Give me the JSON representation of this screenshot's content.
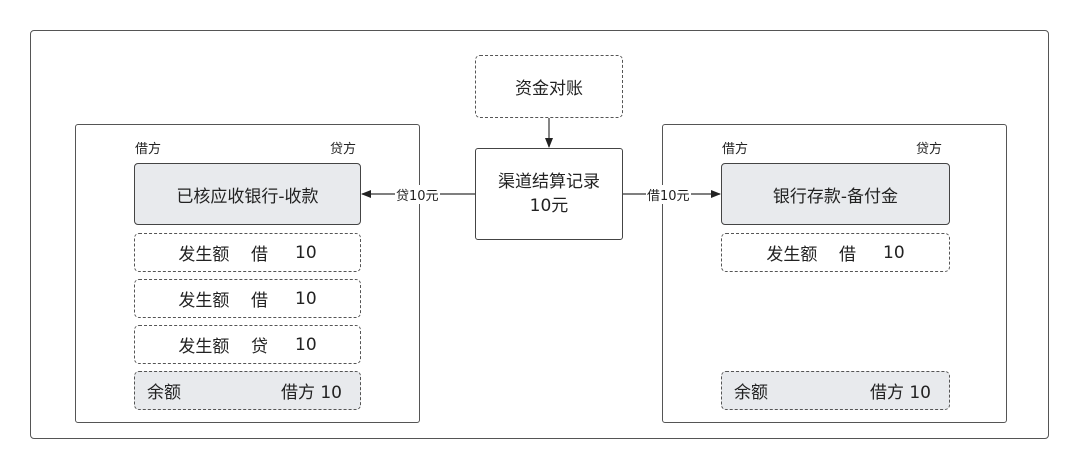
{
  "reconciliation": {
    "title": "资金对账"
  },
  "channel_record": {
    "title": "渠道结算记录",
    "amount": "10元"
  },
  "edges": {
    "left_label": "贷10元",
    "right_label": "借10元"
  },
  "left_account": {
    "debit_label": "借方",
    "credit_label": "贷方",
    "name": "已核应收银行-收款",
    "entries": [
      {
        "label": "发生额",
        "direction": "借",
        "amount": "10"
      },
      {
        "label": "发生额",
        "direction": "借",
        "amount": "10"
      },
      {
        "label": "发生额",
        "direction": "贷",
        "amount": "10"
      }
    ],
    "balance_label": "余额",
    "balance_value": "借方 10"
  },
  "right_account": {
    "debit_label": "借方",
    "credit_label": "贷方",
    "name": "银行存款-备付金",
    "entries": [
      {
        "label": "发生额",
        "direction": "借",
        "amount": "10"
      }
    ],
    "balance_label": "余额",
    "balance_value": "借方 10"
  },
  "colors": {
    "account_fill": "#e8eaed",
    "stroke": "#444444"
  }
}
